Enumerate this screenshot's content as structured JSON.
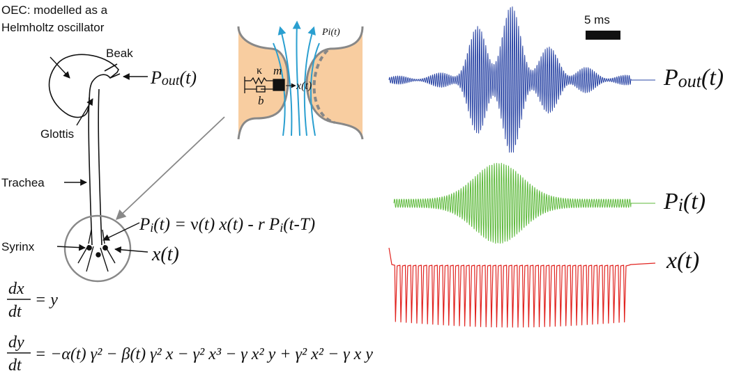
{
  "labels": {
    "oec_line1": "OEC: modelled as a",
    "oec_line2": "Helmholtz oscillator",
    "beak": "Beak",
    "glottis": "Glottis",
    "trachea": "Trachea",
    "syrinx": "Syrinx",
    "pout": "Pout(t)",
    "pout_base": "P",
    "pout_sub": "out",
    "pout_arg": "(t)",
    "xt": "x(t)",
    "pi_inset": "Pi(t)",
    "kappa": "κ",
    "mass": "m",
    "damping": "b",
    "inset_xt": "x(t)",
    "scale_bar": "5 ms"
  },
  "equations": {
    "pi_lhs_base": "P",
    "pi_lhs_sub": "i",
    "pi_lhs_arg": "(t) = ",
    "pi_nu": "ν",
    "pi_mid": "(t) x(t) - r P",
    "pi_rhs_sub": "i",
    "pi_rhs_arg": "(t-T)",
    "dx_num": "dx",
    "dx_den": "dt",
    "dx_rhs": "= y",
    "dy_num": "dy",
    "dy_den": "dt",
    "dy_rhs": "= −α(t) γ² − β(t) γ² x − γ² x³ − γ x² y + γ² x² − γ x y"
  },
  "traces": [
    {
      "name": "Pout(t)",
      "label_base": "P",
      "label_sub": "out",
      "label_arg": "(t)",
      "color": "#2a45a5"
    },
    {
      "name": "Pi(t)",
      "label_base": "P",
      "label_sub": "i",
      "label_arg": "(t)",
      "color": "#5cb93a"
    },
    {
      "name": "x(t)",
      "label_base": "x(t)",
      "label_sub": "",
      "label_arg": "",
      "color": "#e1231f"
    }
  ],
  "colors": {
    "tissue": "#f8cda0",
    "airflow": "#2a9fd0",
    "outline": "#888888",
    "ink": "#111111"
  }
}
